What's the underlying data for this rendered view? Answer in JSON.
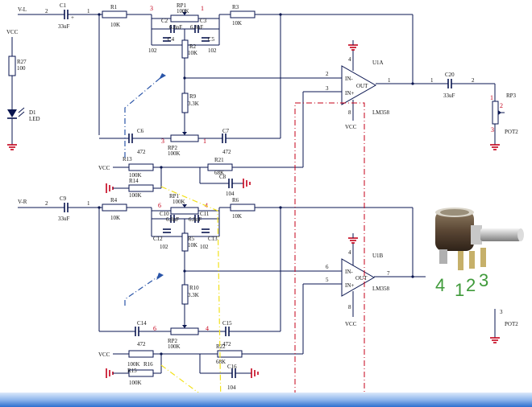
{
  "colors": {
    "wire": "#0a1650",
    "ground": "#c4001a",
    "pin_number": "#c4001a",
    "text": "#111111",
    "callout_blue": "#2a55a8",
    "callout_yellow": "#f2e11a",
    "callout_red": "#c4001a",
    "terminal_digits": "#3f9a3a",
    "bottom_bar": "#2d6fcf"
  },
  "labels": {
    "vl": "V-L",
    "vr": "V-R",
    "vcc": "VCC",
    "c1": "C1",
    "c1_val": "33uF",
    "c9": "C9",
    "c9_val": "33uF",
    "r1": "R1",
    "r1_val": "10K",
    "r3": "R3",
    "r3_val": "10K",
    "r4": "R4",
    "r4_val": "10K",
    "r6": "R6",
    "r6_val": "10K",
    "rp1": "RP1",
    "rp1_val": "100K",
    "rp1b": "RP1",
    "rp1b_val": "100K",
    "c2": "C2",
    "c3": "C3",
    "c2_val": "6.8nF",
    "c3_val": "6.8nF",
    "c4": "C4",
    "c4_val": "102",
    "c5": "C5",
    "c5_val": "102",
    "r2": "R2",
    "r2_val": "10K",
    "c10": "C10",
    "c11": "C11",
    "c10_val": "6.8nF",
    "c11_val": "6.8nF",
    "c12": "C12",
    "c12_val": "102",
    "c13": "C13",
    "c13_val": "102",
    "r5": "R5",
    "r5_val": "10K",
    "r9": "R9",
    "r9_val": "3.3K",
    "r10": "R10",
    "r10_val": "3.3K",
    "c6": "C6",
    "c6_val": "472",
    "c7": "C7",
    "c7_val": "472",
    "c14": "C14",
    "c14_val": "472",
    "c15": "C15",
    "c15_val": "472",
    "rp2": "RP2",
    "rp2_val": "100K",
    "rp2b": "RP2",
    "rp2b_val": "100K",
    "r13": "R13",
    "r13_val": "100K",
    "r14": "R14",
    "r14_val": "100K",
    "r21": "R21",
    "r21_val": "68K",
    "c8": "C8",
    "c8_val": "104",
    "r15": "R15",
    "r15_val": "100K",
    "r16": "R16",
    "r16_val": "100K",
    "r22": "R22",
    "r22_val": "68K",
    "c16": "C16",
    "c16_val": "104",
    "r27": "R27",
    "r27_val": "100",
    "d1": "D1",
    "d1_val": "LED",
    "u1a": "U1A",
    "u1b": "U1B",
    "lm358": "LM358",
    "in_minus": "IN-",
    "in_plus": "IN+",
    "out": "OUT",
    "c20": "C20",
    "c20_val": "33uF",
    "rp3": "RP3",
    "pot2": "POT2",
    "pins": {
      "p2": "2",
      "p1": "1",
      "p3": "3",
      "p4": "4",
      "p5": "5",
      "p6": "6",
      "p7": "7",
      "p8": "8"
    },
    "terminal_digits": [
      "4",
      "1",
      "2",
      "3"
    ]
  }
}
